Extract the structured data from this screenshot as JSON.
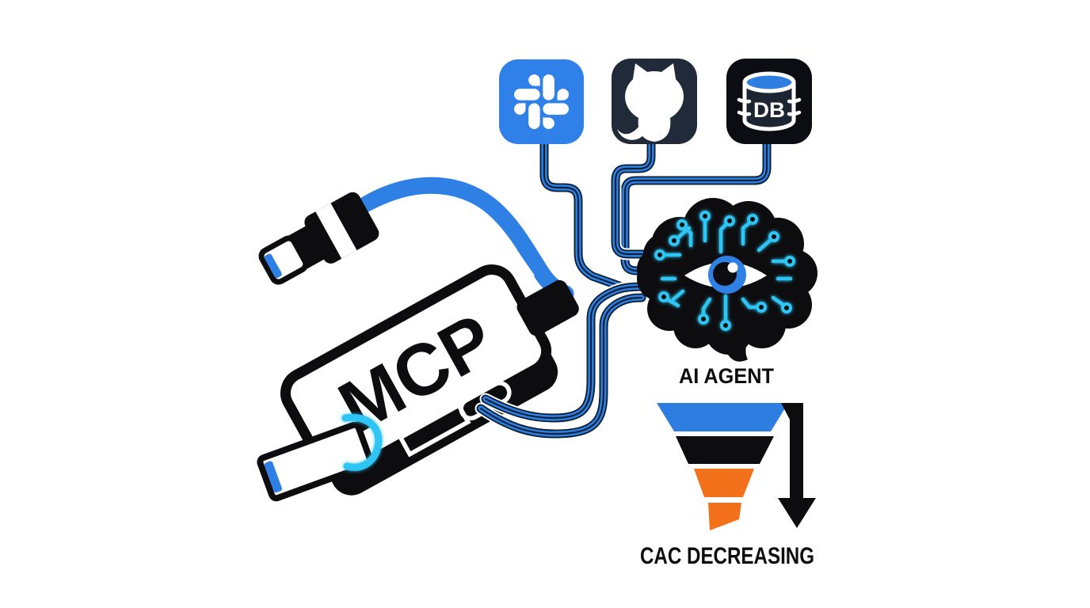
{
  "labels": {
    "hub": "MCP",
    "agent": "AI AGENT",
    "funnel_caption": "CAC DECREASING",
    "database": "DB"
  },
  "icons": {
    "slack": "slack-icon",
    "github": "github-octocat-icon",
    "database": "database-cylinder-icon",
    "agent": "circuit-brain-eye-icon",
    "funnel": "funnel-icon",
    "arrow": "down-arrow-icon",
    "hub": "mcp-usb-hub-icon",
    "usb_c": "usb-c-connector-icon",
    "usb_a": "usb-a-plug-icon",
    "cable": "blue-cable"
  },
  "colors": {
    "ink": "#0d0d0f",
    "cable_blue": "#2f80e4",
    "cable_core": "#0d2136",
    "slack_blue": "#2f80e8",
    "github_dark": "#212a38",
    "db_black": "#0b0d12",
    "db_body": "#1d2533",
    "circuit_cyan": "#2fc4f3",
    "funnel_blue": "#2e7ee2",
    "funnel_orange": "#f4711c",
    "bg": "#ffffff"
  }
}
